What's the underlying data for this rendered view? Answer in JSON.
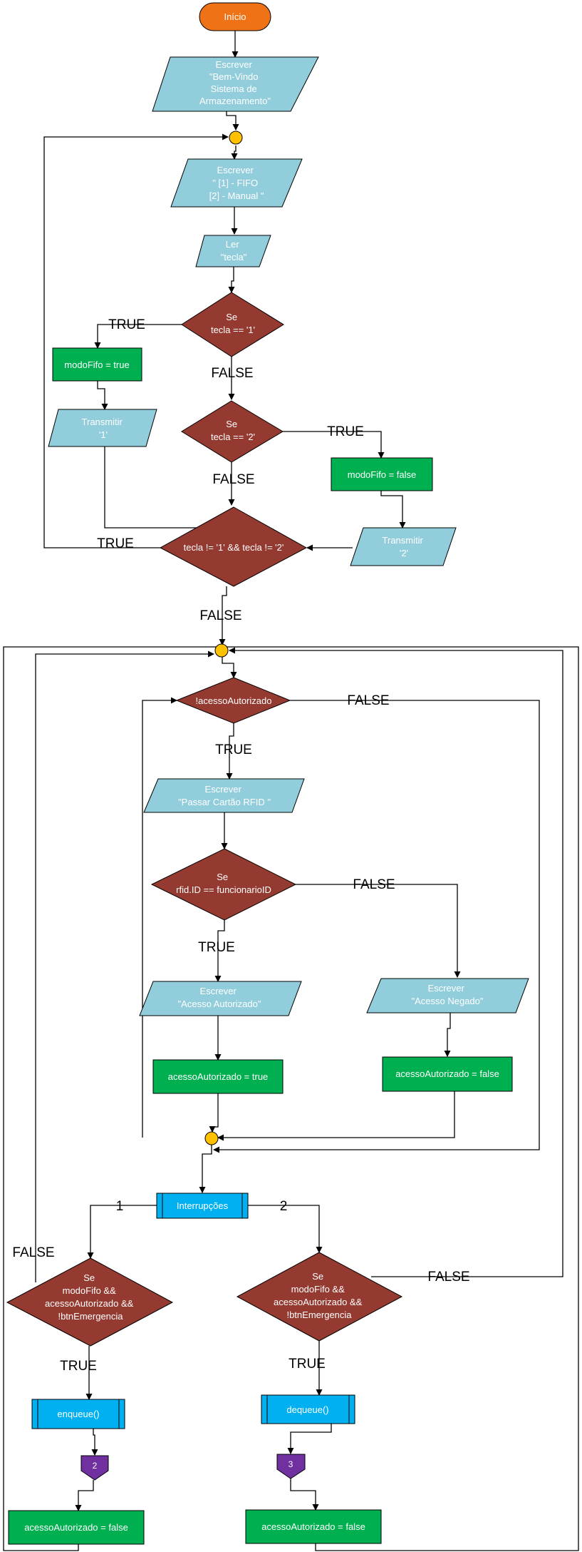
{
  "colors": {
    "terminator": "#ef7216",
    "io": "#92cddc",
    "decision": "#943a30",
    "process": "#00b050",
    "subprocess": "#00b0f0",
    "connector": "#ffc000",
    "offpage": "#7030a0",
    "line": "#000000"
  },
  "nodes": {
    "start": "Início",
    "write_welcome": [
      "Escrever",
      "\"Bem-Vindo",
      "Sistema de",
      "Armazenamento\""
    ],
    "write_menu": [
      "Escrever",
      "\" [1] - FIFO",
      "[2] - Manual \""
    ],
    "read_key": [
      "Ler",
      "\"tecla\""
    ],
    "if_key1": [
      "Se",
      "tecla == '1'"
    ],
    "set_fifo_true": "modoFifo = true",
    "transmit_1": [
      "Transmitir",
      "'1'"
    ],
    "if_key2": [
      "Se",
      "tecla == '2'"
    ],
    "set_fifo_false": "modoFifo = false",
    "transmit_2": [
      "Transmitir",
      "'2'"
    ],
    "validate_key": "tecla != '1' && tecla != '2'",
    "not_authorized": "!acessoAutorizado",
    "write_pass_card": [
      "Escrever",
      "\"Passar Cartão RFID \""
    ],
    "if_rfid": [
      "Se",
      "rfid.ID == funcionarioID"
    ],
    "write_granted": [
      "Escrever",
      "\"Acesso Autorizado\""
    ],
    "set_auth_true": "acessoAutorizado = true",
    "write_denied": [
      "Escrever",
      "\"Acesso Negado\""
    ],
    "set_auth_false_1": "acessoAutorizado = false",
    "interrupts": "Interrupções",
    "if_left": [
      "Se",
      "modoFifo &&",
      "acessoAutorizado &&",
      "!btnEmergencia"
    ],
    "if_right": [
      "Se",
      "modoFifo &&",
      "acessoAutorizado &&",
      "!btnEmergencia"
    ],
    "enqueue": "enqueue()",
    "dequeue": "dequeue()",
    "offpage_2": "2",
    "offpage_3": "3",
    "set_auth_false_2": "acessoAutorizado = false",
    "set_auth_false_3": "acessoAutorizado = false"
  },
  "edge_labels": {
    "key1_true": "TRUE",
    "key1_false": "FALSE",
    "key2_true": "TRUE",
    "key2_false": "FALSE",
    "validate_true": "TRUE",
    "validate_false": "FALSE",
    "auth_false": "FALSE",
    "auth_true": "TRUE",
    "rfid_false": "FALSE",
    "rfid_true": "TRUE",
    "interrupt_1": "1",
    "interrupt_2": "2",
    "left_false": "FALSE",
    "left_true": "TRUE",
    "right_false": "FALSE",
    "right_true": "TRUE"
  }
}
